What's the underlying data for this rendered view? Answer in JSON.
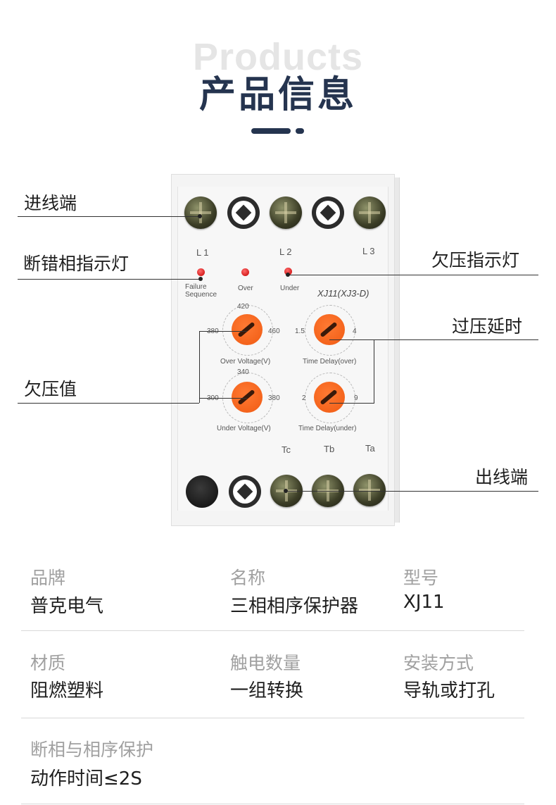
{
  "header": {
    "en_title": "Products",
    "cn_title": "产品信息",
    "accent": "#25344f"
  },
  "device": {
    "terminal_labels": {
      "l1": "L1",
      "l2": "L2",
      "l3": "L3",
      "tc": "Tc",
      "tb": "Tb",
      "ta": "Ta"
    },
    "led_labels": {
      "failure_line1": "Failure",
      "failure_line2": "Sequence",
      "over": "Over",
      "under": "Under"
    },
    "model": "XJ11(XJ3-D)",
    "over_voltage": {
      "top": "420",
      "left": "380",
      "right": "460",
      "caption": "Over Voltage(V)"
    },
    "over_delay": {
      "left": "1.5",
      "right": "4",
      "caption": "Time Delay(over)"
    },
    "under_voltage": {
      "top": "340",
      "left": "300",
      "right": "380",
      "caption": "Under Voltage(V)"
    },
    "under_delay": {
      "left": "2",
      "right": "9",
      "caption": "Time Delay(under)"
    },
    "knob_color": "#f26522",
    "led_color": "#e00000"
  },
  "callouts": {
    "input_terminal": "进线端",
    "phase_failure_indicator": "断错相指示灯",
    "undervoltage_indicator": "欠压指示灯",
    "overvoltage_delay": "过压延时",
    "undervoltage_value": "欠压值",
    "output_terminal": "出线端"
  },
  "specs": {
    "brand_label": "品牌",
    "brand_value": "普克电气",
    "name_label": "名称",
    "name_value": "三相相序保护器",
    "model_label": "型号",
    "model_value": "XJ11",
    "material_label": "材质",
    "material_value": "阻燃塑料",
    "contacts_label": "触电数量",
    "contacts_value": "一组转换",
    "mount_label": "安装方式",
    "mount_value": "导轨或打孔",
    "protection_label": "断相与相序保护",
    "protection_value": "动作时间≤2S"
  }
}
